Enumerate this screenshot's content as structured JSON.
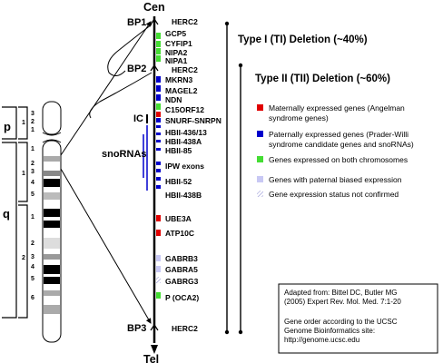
{
  "axis": {
    "top": "Cen",
    "bottom": "Tel"
  },
  "breakpoints": {
    "bp1": "BP1",
    "bp2": "BP2",
    "bp3": "BP3",
    "ic": "IC"
  },
  "genes": {
    "herc2_a": "HERC2",
    "gcp5": "GCP5",
    "cyfip1": "CYFIP1",
    "nipa2": "NIPA2",
    "nipa1": "NIPA1",
    "herc2_b": "HERC2",
    "mkrn3": "MKRN3",
    "magel2": "MAGEL2",
    "ndn": "NDN",
    "c15orf12": "C15ORF12",
    "snurf": "SNURF-SNRPN",
    "hbii436": "HBII-436/13",
    "hbii438a": "HBII-438A",
    "hbii85": "HBII-85",
    "ipw": "IPW exons",
    "hbii52": "HBII-52",
    "hbii438b": "HBII-438B",
    "ube3a": "UBE3A",
    "atp10c": "ATP10C",
    "gabrb3": "GABRB3",
    "gabra5": "GABRA5",
    "gabrg3": "GABRG3",
    "oca2": "P (OCA2)",
    "herc2_c": "HERC2"
  },
  "snorna_label": "snoRNAs",
  "deletions": {
    "type1": "Type I (TI) Deletion (~40%)",
    "type2": "Type II (TII) Deletion (~60%)"
  },
  "legend": [
    {
      "color": "#e00000",
      "lines": [
        "Maternally expressed genes (Angelman",
        "syndrome genes)"
      ]
    },
    {
      "color": "#0000cc",
      "lines": [
        "Paternally expressed genes (Prader-Willi",
        "syndrome candidate genes and snoRNAs)"
      ]
    },
    {
      "color": "#44dd33",
      "lines": [
        "Genes expressed on both chromosomes"
      ]
    },
    {
      "color": "#c8c8f4",
      "lines": [
        "Genes with paternal biased expression"
      ]
    },
    {
      "color": "hatched",
      "lines": [
        "Gene expression status not confirmed"
      ]
    }
  ],
  "chromosome": {
    "p_label": "p",
    "q_label": "q",
    "p1": "1",
    "p_bands": [
      "3",
      "2",
      "1"
    ],
    "q1": "1",
    "q1_bands": [
      "1",
      "2",
      "3",
      "4",
      "5"
    ],
    "q2": "2",
    "q2_bands": [
      "1",
      "2",
      "3",
      "4",
      "5",
      "6"
    ]
  },
  "citation": {
    "line1": "Adapted from: Bittel DC, Butler MG",
    "line2": "(2005) Expert Rev. Mol. Med. 7:1-20",
    "line3": "Gene order according to the UCSC",
    "line4": "Genome Bioinformatics site:",
    "line5": "http://genome.ucsc.edu"
  }
}
